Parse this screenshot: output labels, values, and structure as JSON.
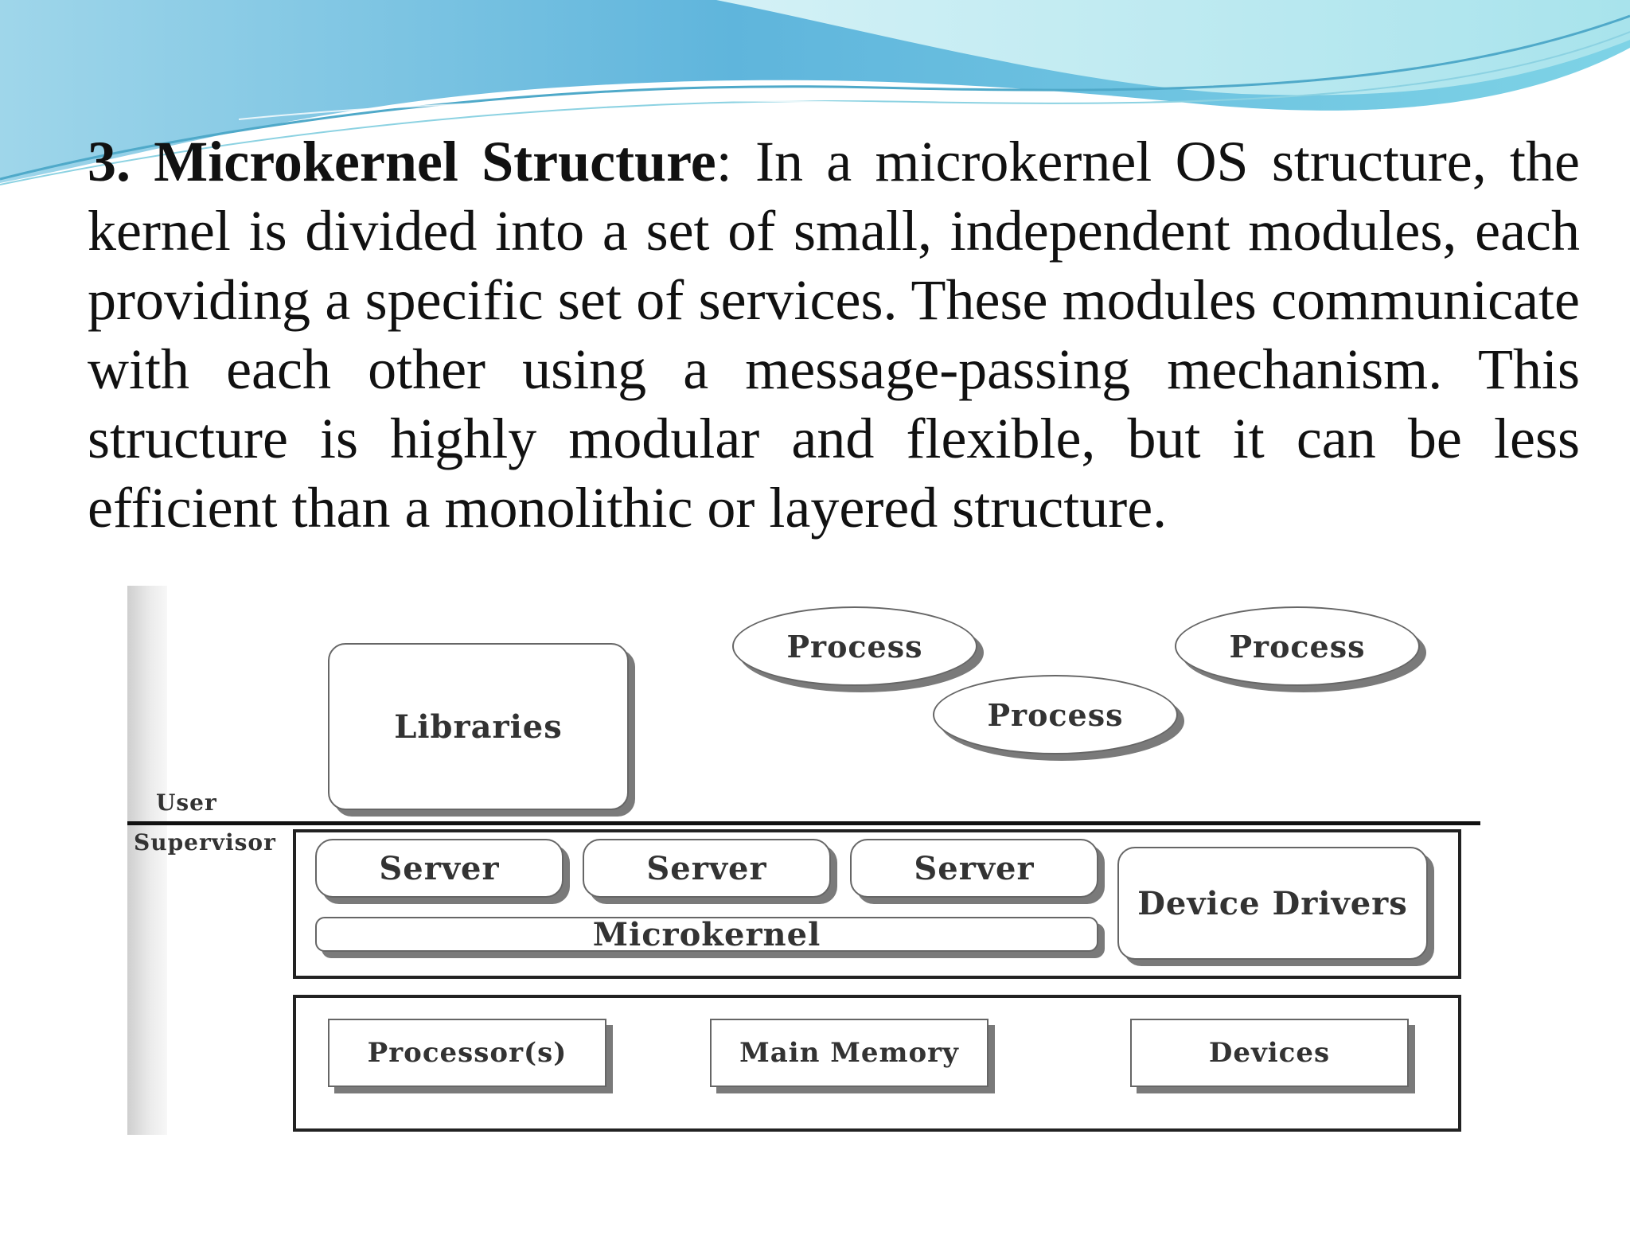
{
  "slide": {
    "heading_number": "3.",
    "heading_term": "Microkernel Structure",
    "body": ": In a microkernel OS structure, the kernel is divided into a set of small, independent modules, each providing a specific set of services. These modules communicate with each other using a message-passing mechanism. This structure is highly modular and flexible, but it can be less efficient than a monolithic or layered structure."
  },
  "diagram": {
    "user_space": {
      "processes": [
        "Process",
        "Process",
        "Process"
      ],
      "libraries": "Libraries"
    },
    "mode_labels": {
      "user": "User",
      "supervisor": "Supervisor"
    },
    "kernel_space": {
      "servers": [
        "Server",
        "Server",
        "Server"
      ],
      "microkernel": "Microkernel",
      "device_drivers": "Device Drivers"
    },
    "hardware": {
      "components": [
        "Processor(s)",
        "Main Memory",
        "Devices"
      ]
    }
  },
  "colors": {
    "banner_light": "#bfe9ef",
    "banner_mid": "#7fd3e3",
    "banner_dark": "#49b3cf"
  }
}
